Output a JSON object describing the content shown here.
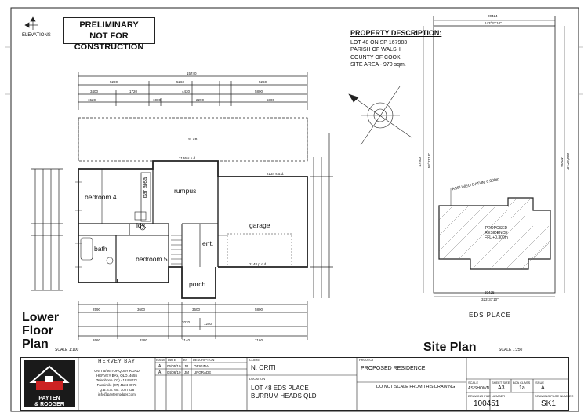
{
  "header": {
    "stamp_line1": "PRELIMINARY",
    "stamp_line2": "NOT FOR CONSTRUCTION",
    "elevations_label": "ELEVATIONS"
  },
  "property": {
    "title": "PROPERTY DESCRIPTION:",
    "lines": [
      "LOT  48    ON SP  167983",
      "PARISH OF    WALSH",
      "COUNTY OF    COOK",
      "SITE AREA  -  970 sqm."
    ]
  },
  "floor_plan": {
    "title_line1": "Lower",
    "title_line2": "Floor",
    "title_line3": "Plan",
    "scale": "SCALE 1:100",
    "rooms": {
      "bedroom4": "bedroom 4",
      "bar": "bar area",
      "rumpus": "rumpus",
      "garage": "garage",
      "ldy": "ldy.",
      "bath": "bath",
      "bedroom5": "bedroom 5",
      "ent": "ent.",
      "porch": "porch",
      "slab": "SLAB"
    },
    "dims_top": [
      "15740",
      "5290",
      "5260",
      "5260",
      "3400",
      "1720",
      "4430",
      "5800",
      "1520",
      "1000",
      "2290",
      "5800"
    ],
    "dims_bottom": [
      "2590",
      "3600",
      "3600",
      "5800",
      "2070",
      "1250",
      "2660",
      "3780",
      "2140",
      "7160"
    ],
    "notes": [
      "2136 s.o.d.",
      "2134 s.o.d.",
      "2148 p.o.d."
    ]
  },
  "site_plan": {
    "title": "Site Plan",
    "scale": "SCALE 1:250",
    "street": "EDS   PLACE",
    "residence_line1": "PROPOSED",
    "residence_line2": "RESIDENCE",
    "residence_line3": "FFL +0.300m",
    "datum": "ASSUMED DATUM 0.000m",
    "top_dim": "20424",
    "top_bearing": "143°37'10\"",
    "bottom_dim": "20425",
    "bottom_bearing": "323°37'10\"",
    "left_dim": "47500",
    "right_dim": "47500",
    "left_bearing": "53°37'10\"",
    "right_bearing": "233°37'10\""
  },
  "title_block": {
    "company_city": "HERVEY  BAY",
    "address": [
      "UNIT 5/56 TORQUAY ROAD",
      "HERVEY BAY, QLD. 4655",
      "Telephone (07) 4124 8071",
      "Facsimile (07) 4124 8073",
      "Q.B.S.A. No. 1027228",
      "info@paytenrodger.com"
    ],
    "logo_text1": "PAYTEN",
    "logo_text2": "& RODGER",
    "issue_header": "ISSUE",
    "date_header": "DATE",
    "by_header": "BY",
    "desc_header": "DESCRIPTION",
    "issues": [
      {
        "issue": "A",
        "date": "06/05/10",
        "by": "JP",
        "desc": "ORIGINAL"
      },
      {
        "issue": "A",
        "date": "04/06/10",
        "by": "JM",
        "desc": "UPGRADE"
      }
    ],
    "client_label": "CLIENT",
    "client": "N. ORITI",
    "location_label": "LOCATION",
    "location1": "LOT  48  EDS PLACE",
    "location2": "BURRUM HEADS   QLD",
    "project_label": "PROJECT",
    "project": "PROPOSED RESIDENCE",
    "scale_warning": "DO NOT SCALE FROM THIS DRAWING",
    "scale_label": "SCALE",
    "scale_value": "AS SHOWN",
    "sheet_size_label": "SHEET SIZE",
    "sheet_size": "A3",
    "bca_label": "BCA CLASS",
    "bca": "1a",
    "issue_label": "ISSUE",
    "issue_value": "A",
    "file_no_label": "DRAWING FILE NUMBER",
    "file_no": "100451",
    "page_label": "DRAWING PAGE NUMBER",
    "page_no": "SK1"
  }
}
